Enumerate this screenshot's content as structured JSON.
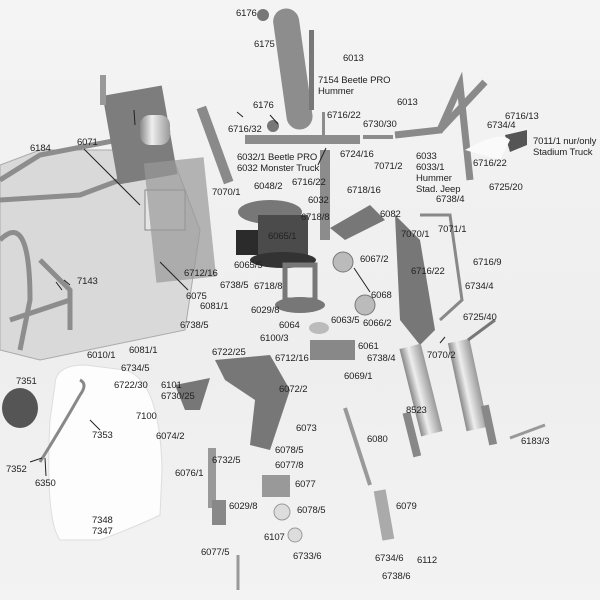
{
  "diagram": {
    "title": "Exploded view of RC truck chassis parts",
    "labels": [
      {
        "id": "p6176a",
        "text": "6176"
      },
      {
        "id": "p6175",
        "text": "6175"
      },
      {
        "id": "p6013a",
        "text": "6013"
      },
      {
        "id": "p7154",
        "text": "7154 Beetle PRO\nHummer"
      },
      {
        "id": "p6176b",
        "text": "6176"
      },
      {
        "id": "p6716_32",
        "text": "6716/32"
      },
      {
        "id": "p6716_22a",
        "text": "6716/22"
      },
      {
        "id": "p6730_30",
        "text": "6730/30"
      },
      {
        "id": "p6013b",
        "text": "6013"
      },
      {
        "id": "p6716_13",
        "text": "6716/13"
      },
      {
        "id": "p6734_4a",
        "text": "6734/4"
      },
      {
        "id": "p7011_1",
        "text": "7011/1 nur/only\nStadium Truck"
      },
      {
        "id": "p6184",
        "text": "6184"
      },
      {
        "id": "p6071",
        "text": "6071"
      },
      {
        "id": "p6032_1",
        "text": "6032/1 Beetle PRO\n6032 Monster Truck"
      },
      {
        "id": "p6724_16",
        "text": "6724/16"
      },
      {
        "id": "p7071_2",
        "text": "7071/2"
      },
      {
        "id": "p6033",
        "text": "6033\n6033/1\nHummer\nStad. Jeep"
      },
      {
        "id": "p6716_22b",
        "text": "6716/22"
      },
      {
        "id": "p7070_1a",
        "text": "7070/1"
      },
      {
        "id": "p6048_2",
        "text": "6048/2"
      },
      {
        "id": "p6716_22c",
        "text": "6716/22"
      },
      {
        "id": "p6718_16",
        "text": "6718/16"
      },
      {
        "id": "p6725_20",
        "text": "6725/20"
      },
      {
        "id": "p6738_4a",
        "text": "6738/4"
      },
      {
        "id": "p6032",
        "text": "6032"
      },
      {
        "id": "p6718_8a",
        "text": "6718/8"
      },
      {
        "id": "p6082",
        "text": "6082"
      },
      {
        "id": "p7070_1b",
        "text": "7070/1"
      },
      {
        "id": "p7071_1",
        "text": "7071/1"
      },
      {
        "id": "p6065_1",
        "text": "6065/1"
      },
      {
        "id": "p6067_2",
        "text": "6067/2"
      },
      {
        "id": "p6716_22d",
        "text": "6716/22"
      },
      {
        "id": "p6716_9",
        "text": "6716/9"
      },
      {
        "id": "p6712_16a",
        "text": "6712/16"
      },
      {
        "id": "p6065_5",
        "text": "6065/5"
      },
      {
        "id": "p7143",
        "text": "7143"
      },
      {
        "id": "p6738_5a",
        "text": "6738/5"
      },
      {
        "id": "p6718_8b",
        "text": "6718/8"
      },
      {
        "id": "p6068",
        "text": "6068"
      },
      {
        "id": "p6734_4b",
        "text": "6734/4"
      },
      {
        "id": "p6075",
        "text": "6075"
      },
      {
        "id": "p6081_1a",
        "text": "6081/1"
      },
      {
        "id": "p6029_8a",
        "text": "6029/8"
      },
      {
        "id": "p6064",
        "text": "6064"
      },
      {
        "id": "p6063_5",
        "text": "6063/5"
      },
      {
        "id": "p6066_2",
        "text": "6066/2"
      },
      {
        "id": "p6725_40",
        "text": "6725/40"
      },
      {
        "id": "p6738_5b",
        "text": "6738/5"
      },
      {
        "id": "p6100_3",
        "text": "6100/3"
      },
      {
        "id": "p6061",
        "text": "6061"
      },
      {
        "id": "p7070_2",
        "text": "7070/2"
      },
      {
        "id": "p6010_1",
        "text": "6010/1"
      },
      {
        "id": "p6081_1b",
        "text": "6081/1"
      },
      {
        "id": "p6722_25",
        "text": "6722/25"
      },
      {
        "id": "p6712_16b",
        "text": "6712/16"
      },
      {
        "id": "p6738_4b",
        "text": "6738/4"
      },
      {
        "id": "p6734_5",
        "text": "6734/5"
      },
      {
        "id": "p6069_1",
        "text": "6069/1"
      },
      {
        "id": "p7351",
        "text": "7351"
      },
      {
        "id": "p6722_30",
        "text": "6722/30"
      },
      {
        "id": "p6101",
        "text": "6101\n6730/25"
      },
      {
        "id": "p6072_2",
        "text": "6072/2"
      },
      {
        "id": "p8523",
        "text": "8523"
      },
      {
        "id": "p7100",
        "text": "7100"
      },
      {
        "id": "p6073",
        "text": "6073"
      },
      {
        "id": "p7353",
        "text": "7353"
      },
      {
        "id": "p6074_2",
        "text": "6074/2"
      },
      {
        "id": "p6080",
        "text": "6080"
      },
      {
        "id": "p6183_3",
        "text": "6183/3"
      },
      {
        "id": "p6078_5a",
        "text": "6078/5"
      },
      {
        "id": "p7352",
        "text": "7352"
      },
      {
        "id": "p6732_5",
        "text": "6732/5"
      },
      {
        "id": "p6350",
        "text": "6350"
      },
      {
        "id": "p6076_1",
        "text": "6076/1"
      },
      {
        "id": "p6077_8",
        "text": "6077/8"
      },
      {
        "id": "p6077",
        "text": "6077"
      },
      {
        "id": "p7348",
        "text": "7348\n7347"
      },
      {
        "id": "p6029_8b",
        "text": "6029/8"
      },
      {
        "id": "p6078_5b",
        "text": "6078/5"
      },
      {
        "id": "p6079",
        "text": "6079"
      },
      {
        "id": "p6107",
        "text": "6107"
      },
      {
        "id": "p6077_5",
        "text": "6077/5"
      },
      {
        "id": "p6733_6",
        "text": "6733/6"
      },
      {
        "id": "p6734_6",
        "text": "6734/6"
      },
      {
        "id": "p6112",
        "text": "6112"
      },
      {
        "id": "p6738_6",
        "text": "6738/6"
      }
    ]
  }
}
